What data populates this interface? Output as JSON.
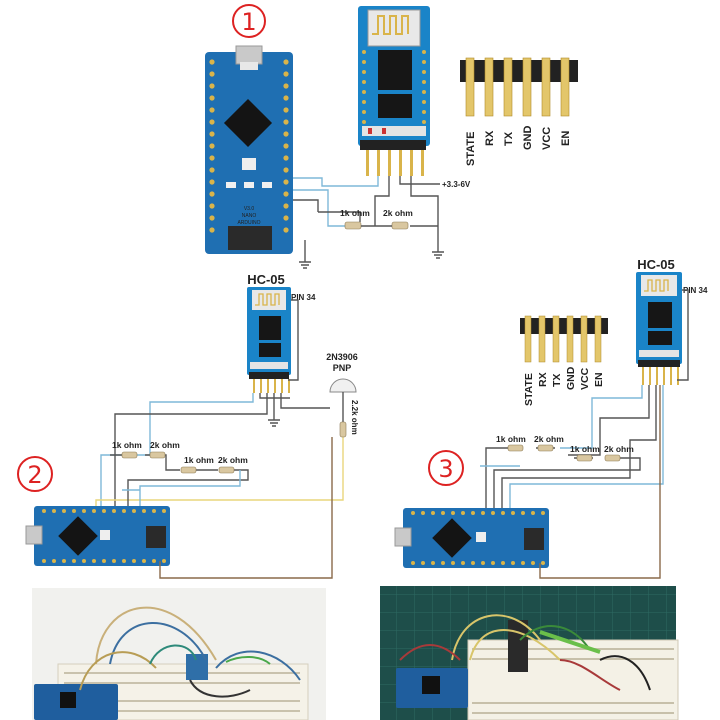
{
  "panel1": {
    "number": "1",
    "pin_labels": [
      "STATE",
      "RX",
      "TX",
      "GND",
      "VCC",
      "EN"
    ],
    "voltage_label": "+3.3-6V",
    "resistor1": "1k ohm",
    "resistor2": "2k ohm",
    "nano_text": [
      "ARDUINO",
      "NANO",
      "V3.0"
    ]
  },
  "panel2": {
    "number": "2",
    "module_title": "HC-05",
    "pin34_label": "PIN 34",
    "transistor_label": "2N3906",
    "transistor_type": "PNP",
    "resistor_vertical": "2.2k ohm",
    "resistor_a1": "1k ohm",
    "resistor_a2": "2k ohm",
    "resistor_b1": "1k ohm",
    "resistor_b2": "2k ohm"
  },
  "panel3": {
    "number": "3",
    "module_title": "HC-05",
    "pin34_label": "PIN 34",
    "pin_labels": [
      "STATE",
      "RX",
      "TX",
      "GND",
      "VCC",
      "EN"
    ],
    "resistor_a1": "1k ohm",
    "resistor_a2": "2k ohm",
    "resistor_b1": "1k ohm",
    "resistor_b2": "2k ohm"
  },
  "colors": {
    "board_blue": "#1f6fb2",
    "module_blue": "#1a84c8",
    "gold": "#d9b44a",
    "wire_blue": "#7fb8d8",
    "wire_yellow": "#e9d67c",
    "wire_dark": "#555555",
    "wire_brown": "#8a6a4a",
    "number_red": "#dd2222"
  }
}
